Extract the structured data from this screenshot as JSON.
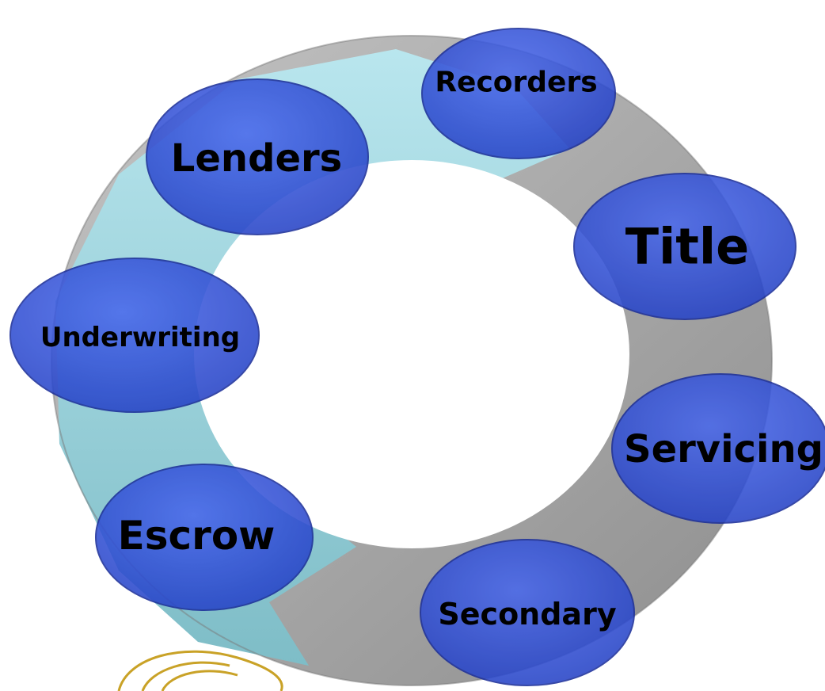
{
  "diagram": {
    "nodes": [
      {
        "id": "recorders",
        "label": "Recorders"
      },
      {
        "id": "lenders",
        "label": "Lenders"
      },
      {
        "id": "title",
        "label": "Title"
      },
      {
        "id": "underwriting",
        "label": "Underwriting"
      },
      {
        "id": "servicing",
        "label": "Servicing"
      },
      {
        "id": "escrow",
        "label": "Escrow"
      },
      {
        "id": "secondary",
        "label": "Secondary"
      }
    ],
    "colors": {
      "ring_teal": "#a6dde6",
      "ring_teal_dark": "#86c6d0",
      "ring_gray": "#a9a9a9",
      "ring_gray_dark": "#8c8c8c",
      "node_fill": "#2f4fd6",
      "node_stroke": "#1c2f9a",
      "decoration_gold": "#c9a227"
    }
  }
}
